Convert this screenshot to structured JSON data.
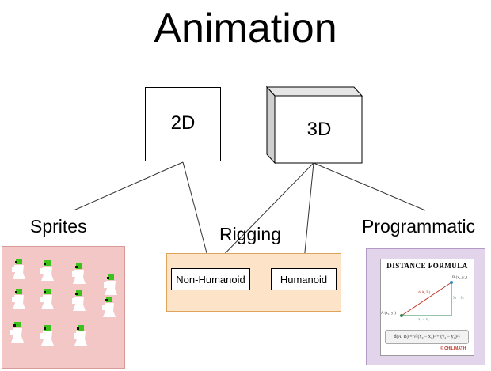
{
  "title": "Animation",
  "nodes": {
    "two_d": "2D",
    "three_d": "3D"
  },
  "sections": {
    "sprites": "Sprites",
    "rigging": "Rigging",
    "programmatic": "Programmatic"
  },
  "rigging_items": {
    "non_humanoid": "Non-Humanoid",
    "humanoid": "Humanoid"
  },
  "distance_card": {
    "title": "DISTANCE FORMULA",
    "point_a": "A (x₁, y₁)",
    "point_b": "B (x₂, y₂)",
    "distance_label": "d(A, B)",
    "dx_label": "x₂ − x₁",
    "dy_label": "y₂ − y₁",
    "formula": "d(A, B) = √((x₂ − x₁)² + (y₂ − y₁)²)",
    "brand": "© CHILIMATH"
  },
  "colors": {
    "sprites_panel": "#f4c7c7",
    "rigging_panel": "#fde3c8",
    "programmatic_panel": "#e2d4ea",
    "sprite_green": "#3cc21a"
  }
}
